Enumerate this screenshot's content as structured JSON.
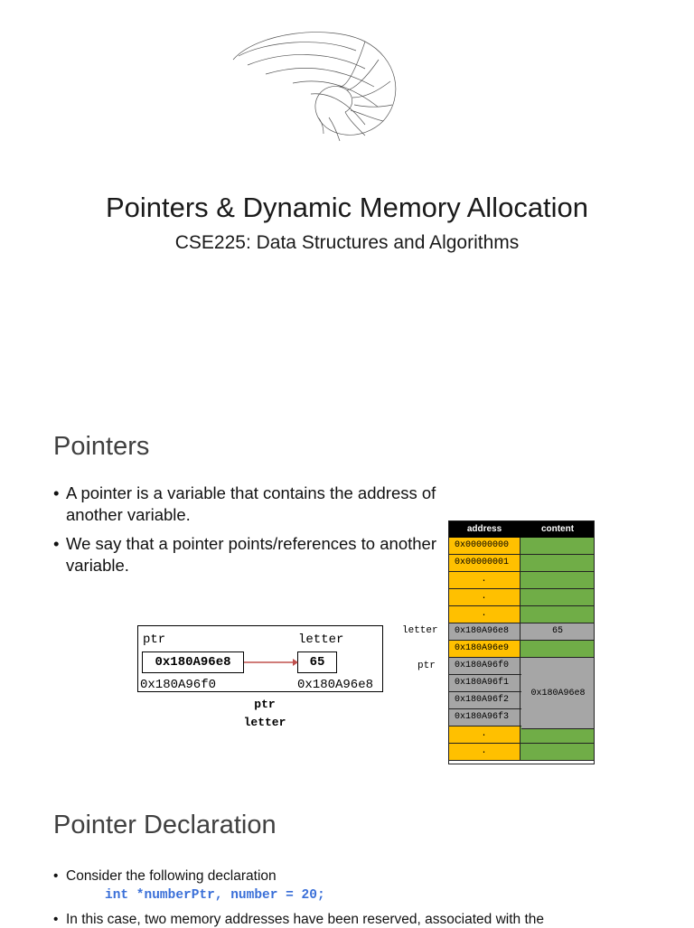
{
  "title_slide": {
    "title": "Pointers & Dynamic Memory Allocation",
    "subtitle": "CSE225: Data Structures and Algorithms"
  },
  "pointers_slide": {
    "heading": "Pointers",
    "bullets": [
      "A pointer is a variable that contains the address of another variable.",
      "We say that a pointer points/references to another variable."
    ],
    "diagram": {
      "ptr_label": "ptr",
      "letter_label": "letter",
      "ptr_value": "0x180A96e8",
      "letter_value": "65",
      "ptr_address": "0x180A96f0",
      "letter_address": "0x180A96e8",
      "caption_ptr": "ptr",
      "caption_letter": "letter"
    },
    "memory_table": {
      "headers": [
        "address",
        "content"
      ],
      "row_label_letter": "letter",
      "row_label_ptr": "ptr",
      "rows": [
        {
          "address": "0x00000000",
          "content": ""
        },
        {
          "address": "0x00000001",
          "content": ""
        },
        {
          "address": ".",
          "content": ""
        },
        {
          "address": ".",
          "content": ""
        },
        {
          "address": ".",
          "content": ""
        },
        {
          "address": "0x180A96e8",
          "content": "65"
        },
        {
          "address": "0x180A96e9",
          "content": ""
        },
        {
          "address": "0x180A96f0",
          "content": ""
        },
        {
          "address": "0x180A96f1",
          "content": ""
        },
        {
          "address": "0x180A96f2",
          "content": ""
        },
        {
          "address": "0x180A96f3",
          "content": ""
        },
        {
          "address": ".",
          "content": ""
        },
        {
          "address": ".",
          "content": ""
        }
      ],
      "ptr_content": "0x180A96e8",
      "colors": {
        "yellow": "#ffc000",
        "green": "#70ad47",
        "gray": "#a6a6a6"
      }
    }
  },
  "declaration_slide": {
    "heading": "Pointer Declaration",
    "bullet1": "Consider the following declaration",
    "code": "int *numberPtr, number = 20;",
    "bullet2": "In this case, two memory addresses have been reserved, associated with the"
  }
}
